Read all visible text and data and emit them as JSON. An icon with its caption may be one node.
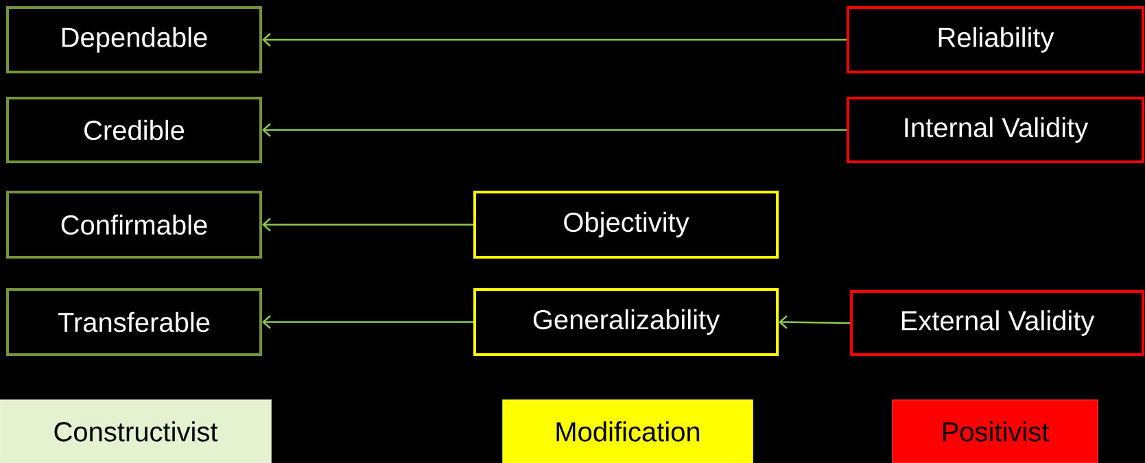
{
  "diagram": {
    "nodes": [
      {
        "text": [
          "Dependable"
        ]
      },
      {
        "text": [
          "Credible"
        ]
      },
      {
        "text": [
          "Confirmable"
        ]
      },
      {
        "text": [
          "Transferable"
        ]
      },
      {
        "text": [
          "Reliability"
        ]
      },
      {
        "text": [
          "Internal Validity"
        ]
      },
      {
        "text": [
          "Objectivity"
        ]
      },
      {
        "text": [
          "Generalizability"
        ]
      },
      {
        "text": [
          "External Validity"
        ]
      },
      {
        "text": [
          "Constructivist"
        ]
      },
      {
        "text": [
          "Modification"
        ]
      },
      {
        "text": [
          "Positivist"
        ]
      }
    ],
    "edges": [
      {
        "from": 4,
        "to": 0,
        "arrow": "to"
      },
      {
        "from": 5,
        "to": 1,
        "arrow": "to"
      },
      {
        "from": 6,
        "to": 2,
        "arrow": "to"
      },
      {
        "from": 7,
        "to": 3,
        "arrow": "to"
      },
      {
        "from": 8,
        "to": 7,
        "arrow": "to"
      }
    ]
  }
}
